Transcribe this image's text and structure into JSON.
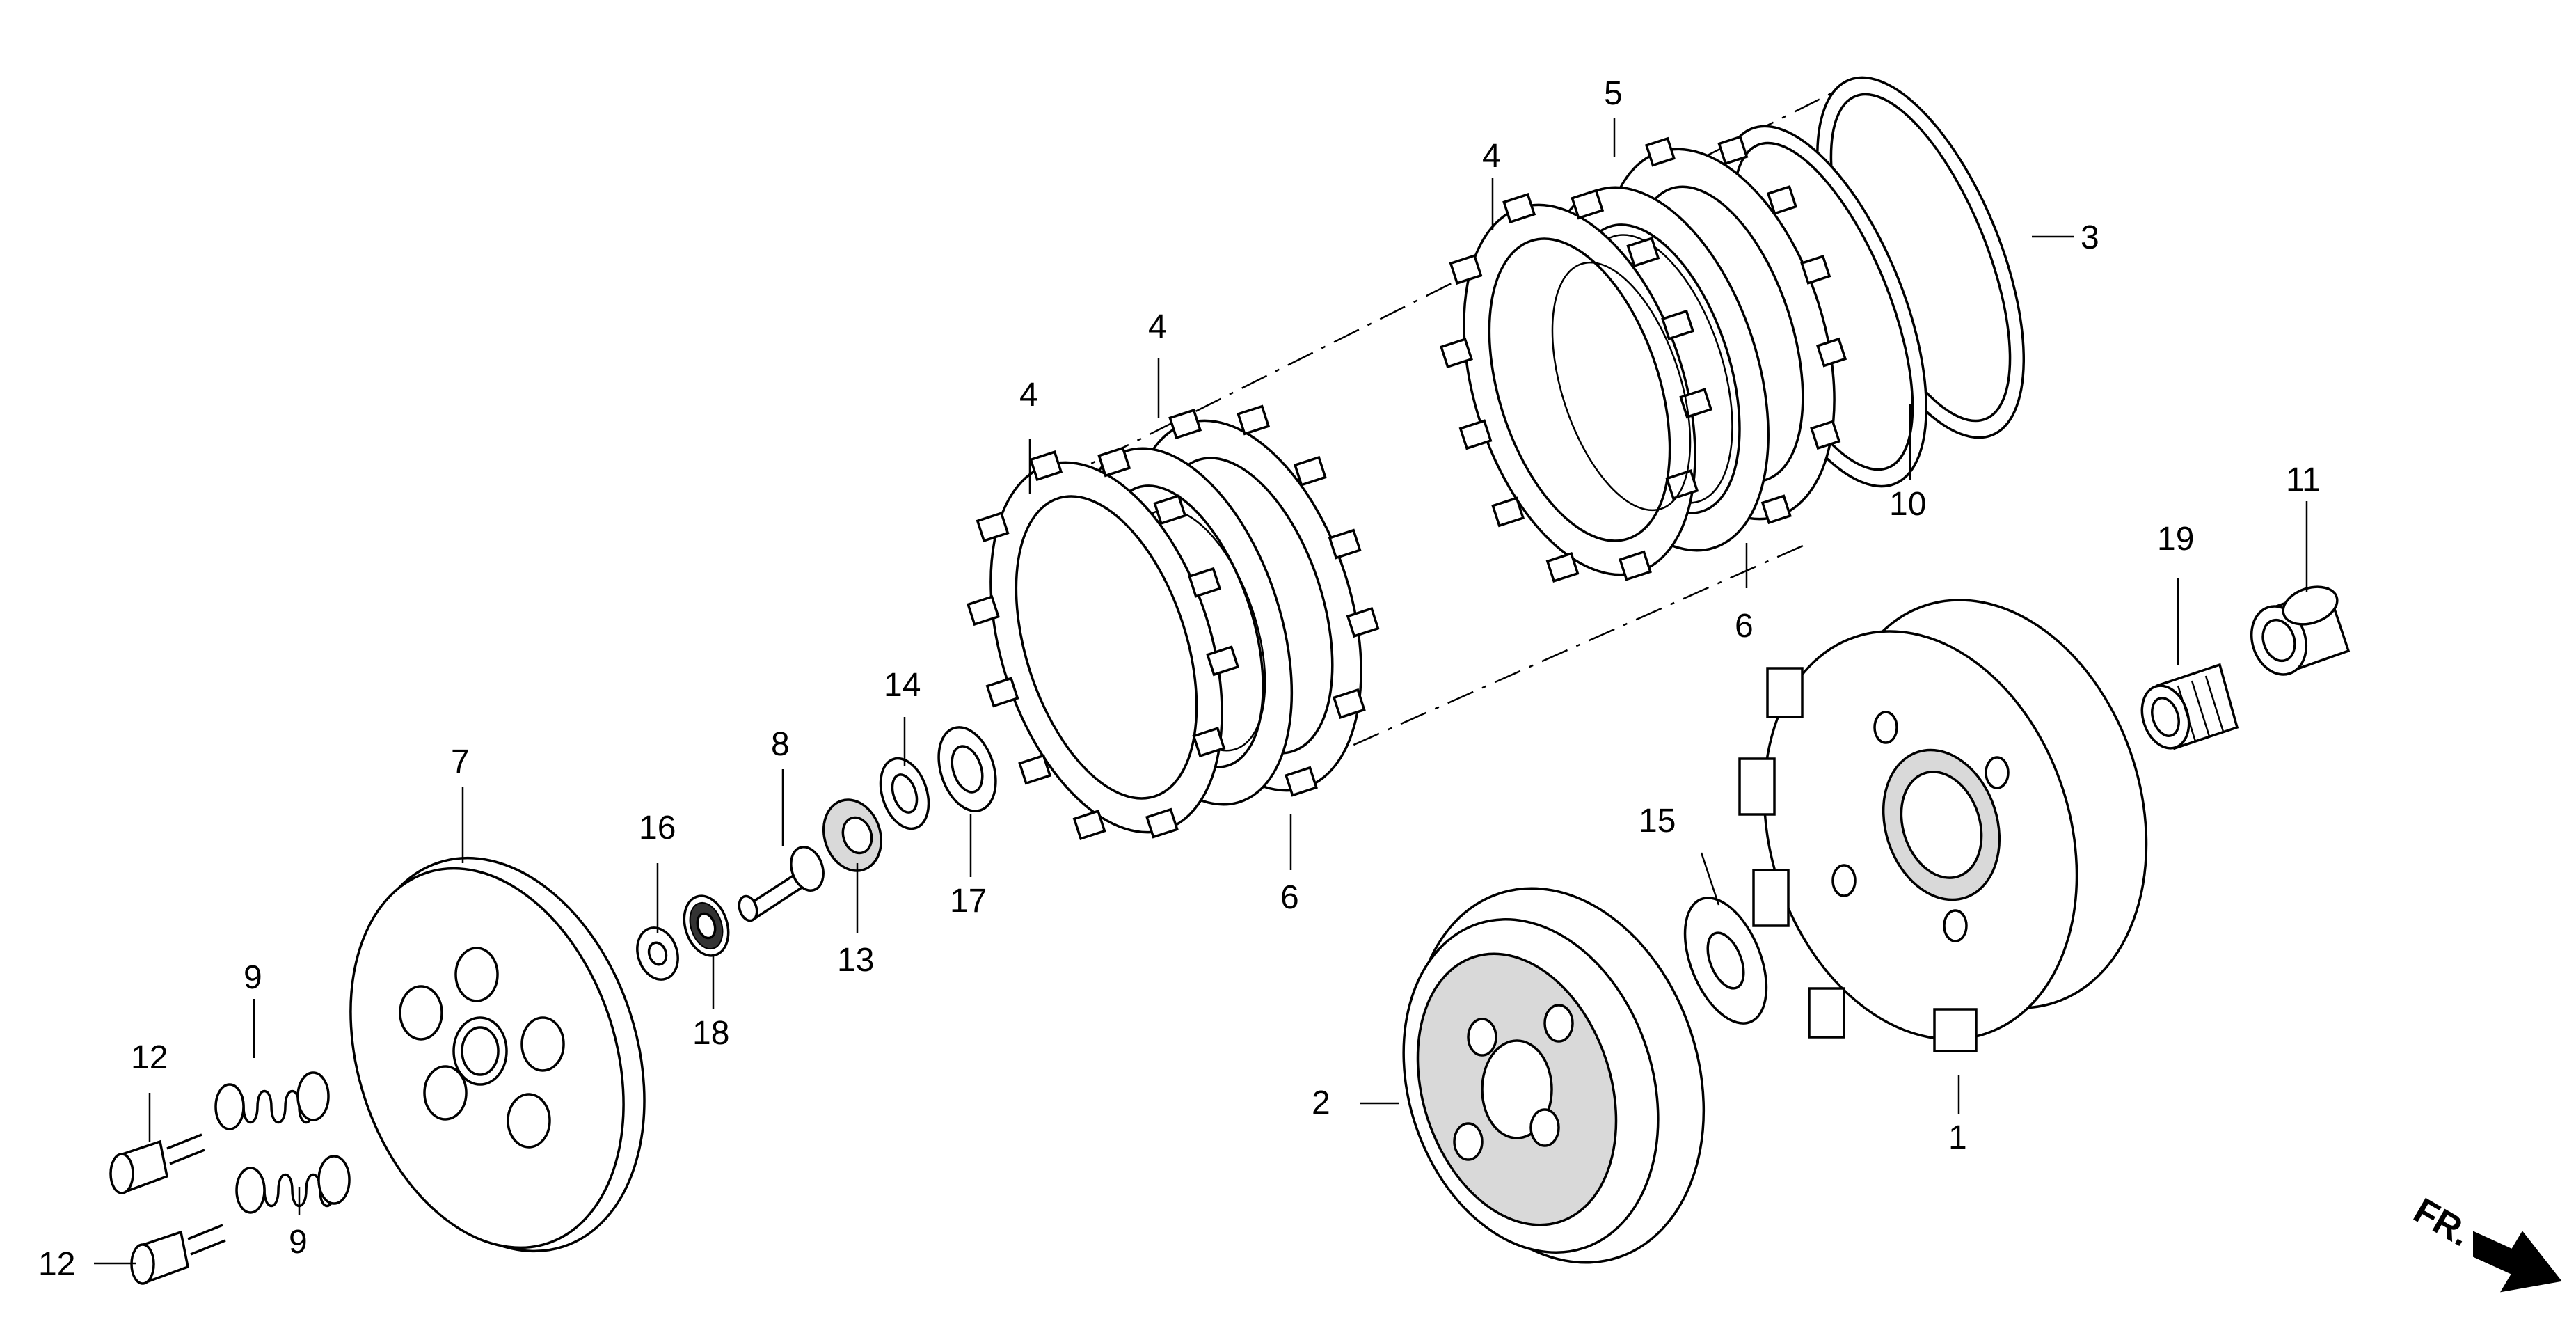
{
  "diagram": {
    "labels": {
      "l1": "1",
      "l2": "2",
      "l3": "3",
      "l4a": "4",
      "l4b": "4",
      "l4c": "4",
      "l5": "5",
      "l6a": "6",
      "l6b": "6",
      "l7": "7",
      "l8": "8",
      "l9a": "9",
      "l9b": "9",
      "l10": "10",
      "l11": "11",
      "l12a": "12",
      "l12b": "12",
      "l13": "13",
      "l14": "14",
      "l15": "15",
      "l16": "16",
      "l17": "17",
      "l18": "18",
      "l19": "19"
    },
    "direction_label": "FR."
  }
}
